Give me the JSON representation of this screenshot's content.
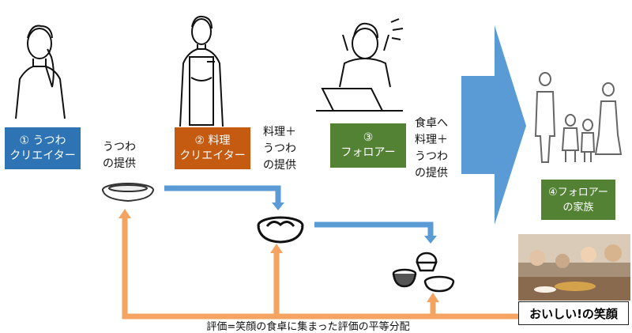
{
  "nodes": {
    "creator_utsuwa": {
      "number": "①",
      "line1": "うつわ",
      "line2": "クリエイター"
    },
    "creator_cooking": {
      "number": "②",
      "line1": "料理",
      "line2": "クリエイター"
    },
    "follower": {
      "number": "③",
      "line1": "",
      "line2": "フォロアー"
    },
    "follower_family": {
      "number": "④",
      "line1": "フォロアー",
      "line2": "の家族"
    }
  },
  "flow_labels": {
    "utsuwa_provide": [
      "うつわ",
      "の提供"
    ],
    "cooking_utsuwa_provide": [
      "料理＋",
      "うつわ",
      "の提供"
    ],
    "table_provide": [
      "食卓へ",
      "料理＋",
      "うつわ",
      "の提供"
    ]
  },
  "smile_label": "おいしい!の笑顔",
  "evaluation_caption": "評価=笑顔の食卓に集まった評価の平等分配",
  "colors": {
    "blue": "#2e74b5",
    "orange": "#c55a11",
    "green": "#548235",
    "arrow_blue": "#5b9bd5",
    "arrow_orange": "#f4a460"
  }
}
